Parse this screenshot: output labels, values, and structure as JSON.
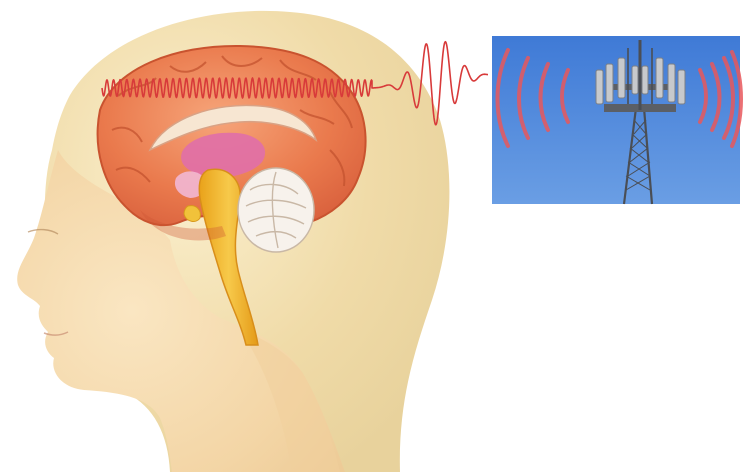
{
  "illustration": {
    "subject": "head-profile-with-brain",
    "background_color": "#ffffff",
    "colors": {
      "skin": "#f6dcae",
      "hair": "#eed9a6",
      "brain_cortex": "#e9774e",
      "brain_highlight": "#f3a07a",
      "cerebellum": "#f7f2ec",
      "brainstem": "#f2b531",
      "thalamus": "#e06fa8",
      "signal_wave": "#d83a3a",
      "sky": "#4f86d8",
      "tower": "#5b5f66",
      "radio_arcs": "#e8585c"
    }
  },
  "signal": {
    "direction": "tower-to-brain"
  },
  "tower_panel": {
    "subject": "cell-tower-antenna",
    "arcs_per_side": 4
  }
}
